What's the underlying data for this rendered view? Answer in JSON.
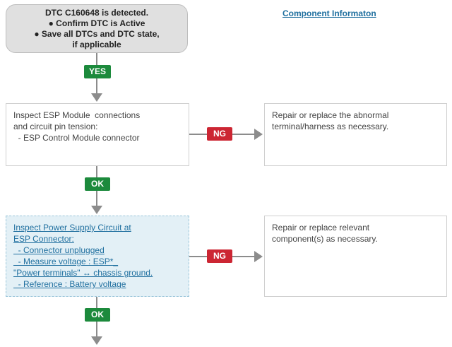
{
  "start": {
    "lines": [
      "DTC C160648 is detected.",
      "● Confirm DTC is Active",
      "● Save all DTCs and DTC state,",
      "if applicable"
    ]
  },
  "component_link": "Component Informaton",
  "step1": {
    "lines": [
      "Inspect ESP Module  connections",
      "and circuit pin tension:",
      "  - ESP Control Module connector"
    ]
  },
  "action1": {
    "lines": [
      "Repair or replace the abnormal",
      "terminal/harness as necessary."
    ]
  },
  "step2": {
    "lines": [
      "Inspect Power Supply Circuit at",
      "ESP Connector:",
      "  - Connector unplugged",
      "  - Measure voltage : ESP*_",
      "\"Power terminals\" ↔ chassis ground.",
      "  - Reference : Battery voltage"
    ]
  },
  "action2": {
    "lines": [
      "Repair or replace relevant",
      "component(s) as necessary."
    ]
  },
  "badges": {
    "yes": "YES",
    "ok1": "OK",
    "ng1": "NG",
    "ng2": "NG",
    "ok2": "OK"
  }
}
